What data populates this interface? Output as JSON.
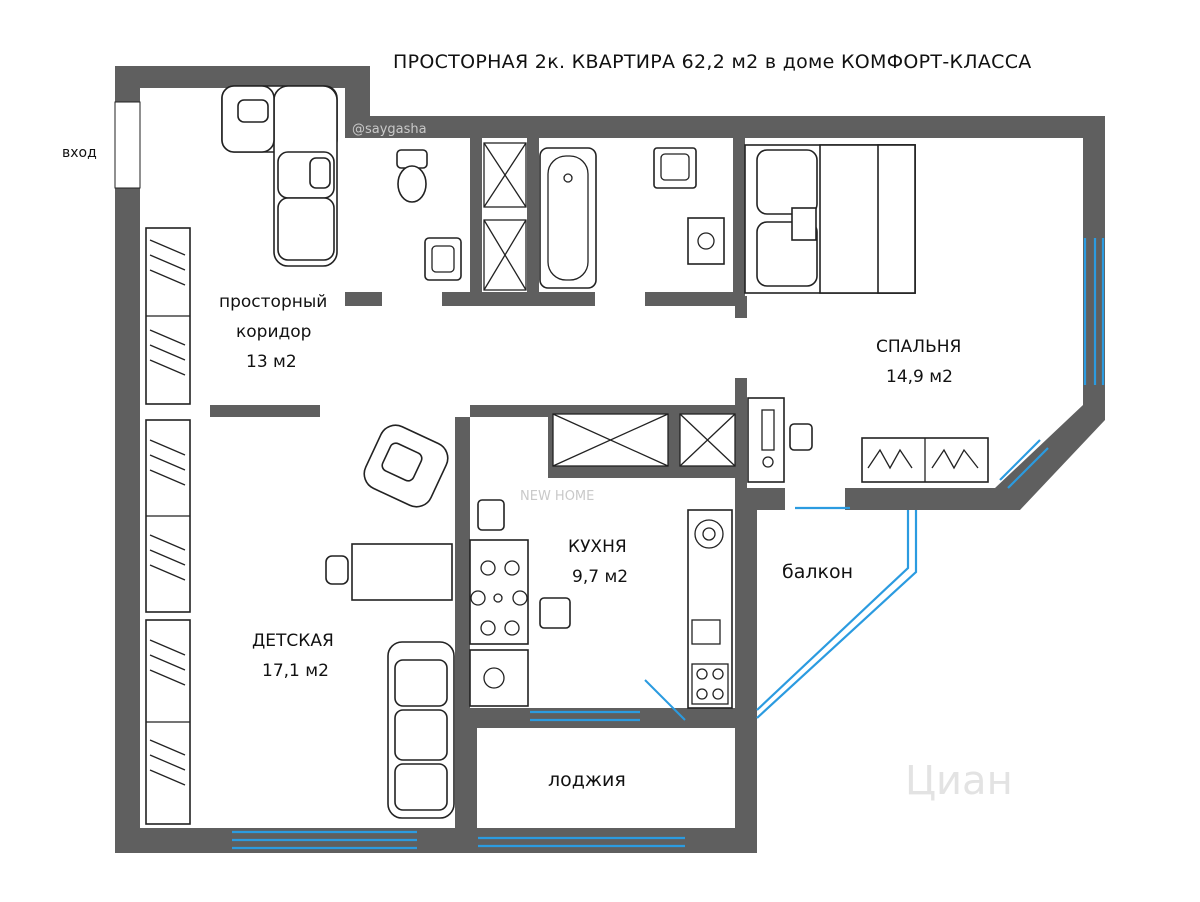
{
  "title": "ПРОСТОРНАЯ 2к. КВАРТИРА 62,2 м2 в доме КОМФОРТ-КЛАССА",
  "entrance_label": "вход",
  "watermarks": {
    "author": "@saygasha",
    "agency": "NEW HOME",
    "site": "Циан"
  },
  "rooms": [
    {
      "id": "corridor",
      "name_line1": "просторный",
      "name_line2": "коридор",
      "area": "13 м2"
    },
    {
      "id": "bedroom",
      "name": "СПАЛЬНЯ",
      "area": "14,9 м2"
    },
    {
      "id": "kids",
      "name": "ДЕТСКАЯ",
      "area": "17,1 м2"
    },
    {
      "id": "kitchen",
      "name": "КУХНЯ",
      "area": "9,7 м2"
    },
    {
      "id": "balcony",
      "name": "балкон"
    },
    {
      "id": "loggia",
      "name": "лоджия"
    }
  ],
  "colors": {
    "wall": "#5f5f5f",
    "window": "#2b9be0",
    "background": "#ffffff"
  }
}
